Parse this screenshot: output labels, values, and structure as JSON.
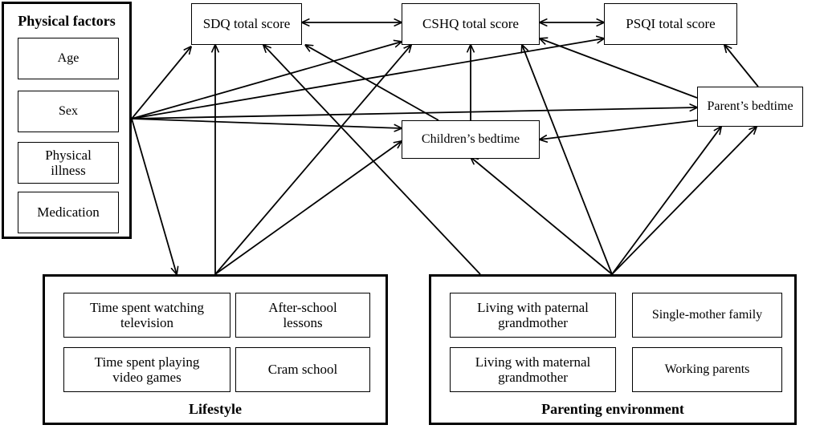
{
  "outcomes": {
    "sdq": "SDQ total score",
    "cshq": "CSHQ total score",
    "psqi": "PSQI total score"
  },
  "bedtimes": {
    "children": "Children’s bedtime",
    "parent": "Parent’s bedtime"
  },
  "physical_factors": {
    "title": "Physical factors",
    "items": [
      "Age",
      "Sex",
      "Physical illness",
      "Medication"
    ]
  },
  "lifestyle": {
    "title": "Lifestyle",
    "items": [
      "Time spent watching television",
      "After-school lessons",
      "Time spent playing video games",
      "Cram school"
    ]
  },
  "parenting": {
    "title": "Parenting environment",
    "items": [
      "Living with paternal grandmother",
      "Single-mother family",
      "Living with maternal grandmother",
      "Working parents"
    ]
  },
  "colors": {
    "line": "#000000",
    "background": "#ffffff"
  }
}
